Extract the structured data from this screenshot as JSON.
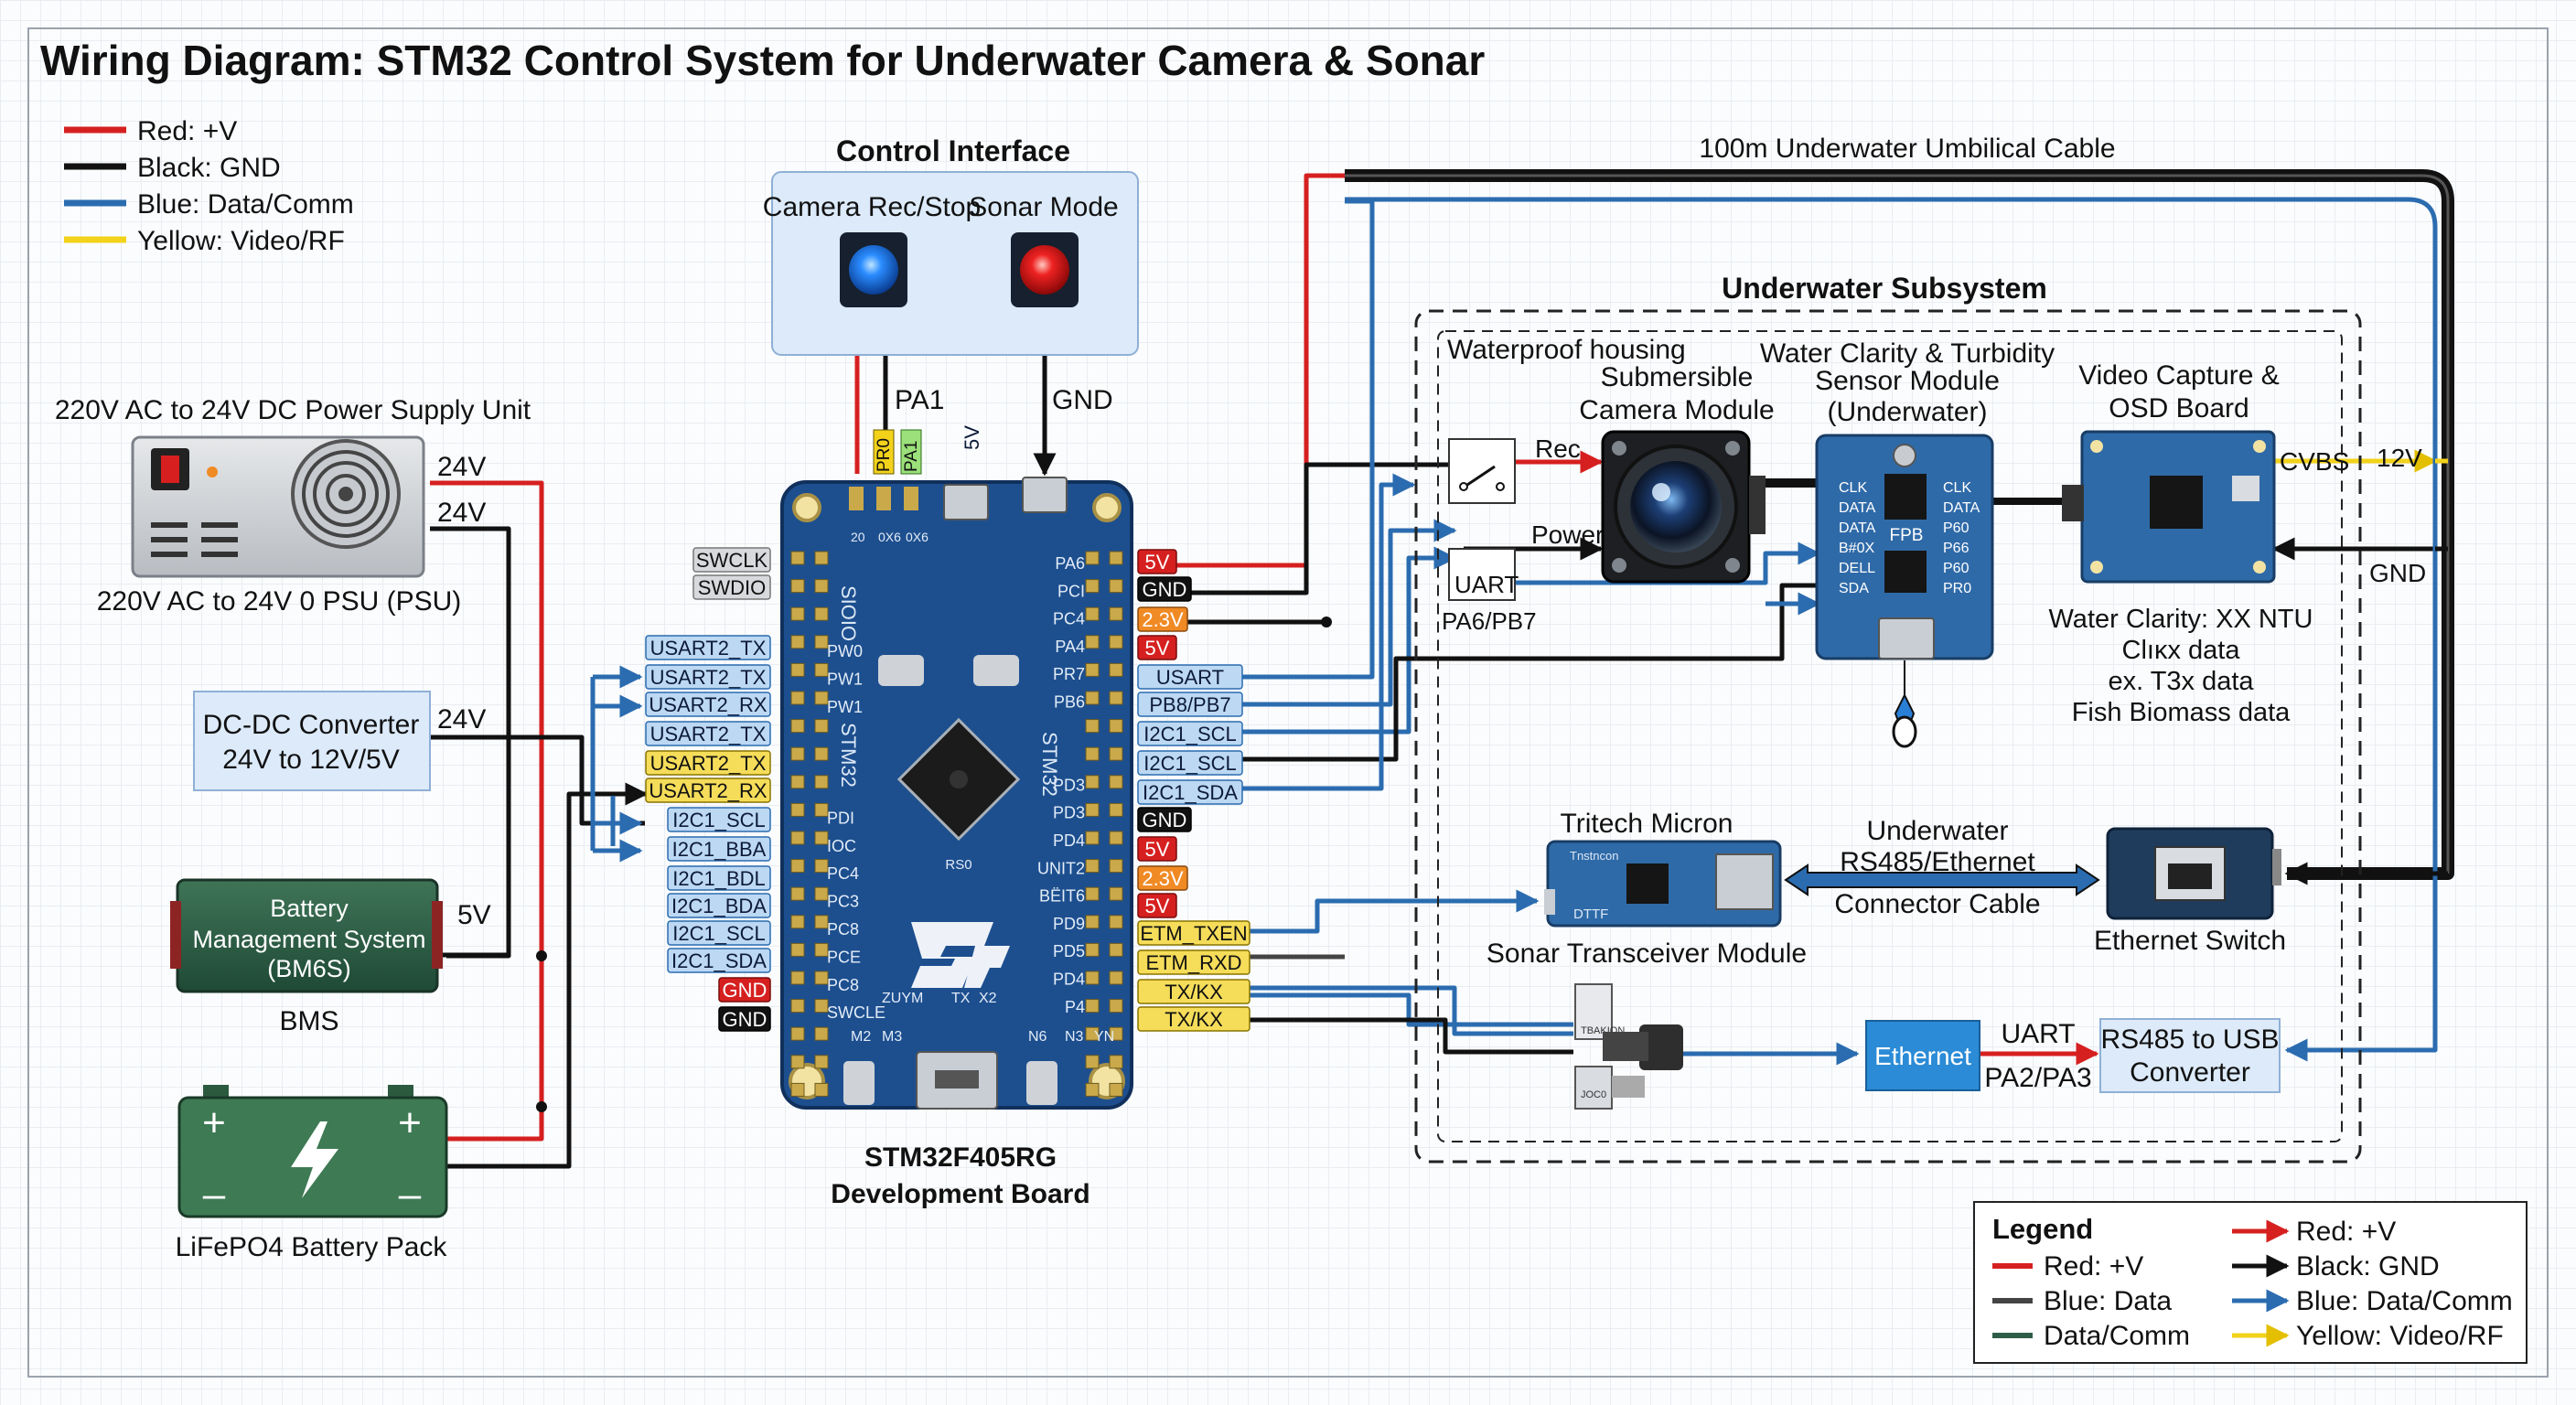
{
  "title": "Wiring Diagram: STM32 Control System for Underwater Camera & Sonar",
  "colors": {
    "red": "#d62020",
    "black": "#111111",
    "blue": "#2b6cb0",
    "yellow": "#f2d21b",
    "board": "#1d4f8f",
    "board_dark": "#163d70",
    "green_pcb": "#2f5e48"
  },
  "legend_top": [
    "Red: +V",
    "Black: GND",
    "Blue: Data/Comm",
    "Yellow: Video/RF"
  ],
  "control_interface": {
    "title": "Control Interface",
    "btn1": "Camera Rec/Stop",
    "btn2": "Sonar Mode",
    "pa1": "PA1",
    "gnd": "GND",
    "v5": "5V",
    "tag_r": "PR0",
    "tag_g": "PA1"
  },
  "psu": {
    "top": "220V AC to 24V DC Power Supply Unit",
    "bottom": "220V AC to 24V 0 PSU (PSU)",
    "out1": "24V",
    "out2": "24V"
  },
  "dcdc": {
    "line1": "DC-DC Converter",
    "line2": "24V to 12V/5V",
    "out": "24V"
  },
  "bms": {
    "line1": "Battery",
    "line2": "Management System",
    "line3": "(BM6S)",
    "label": "BMS",
    "out": "5V"
  },
  "battery": {
    "label": "LiFePO4 Battery Pack",
    "plus": "+",
    "minus": "–"
  },
  "board": {
    "name1": "STM32F405RG",
    "name2": "Development Board",
    "silk_left": "SIOIO",
    "silk_mid": "STM32",
    "silk_right": "STM32",
    "pins_left_silk": [
      "PW0",
      "PW1",
      "PW1",
      "",
      "",
      "",
      "PDI",
      "IOC",
      "PC4",
      "PC3",
      "PC8",
      "PCE",
      "PC8",
      "SWCLE"
    ],
    "pins_right_silk": [
      "PA6",
      "PCI",
      "PC4",
      "PA4",
      "PR7",
      "PB6",
      "",
      "",
      "PD3",
      "PD3",
      "PD4",
      "UNIT2",
      "BЁIT6",
      "PD9",
      "PD5",
      "PD4",
      "P4"
    ],
    "top_silk": [
      "20",
      "0X6",
      "0X6"
    ],
    "bottom_silk": [
      "ZUYM",
      "TX",
      "X2",
      "M2",
      "M3",
      "N6",
      "N3",
      "YN"
    ],
    "chip_text": "RS0"
  },
  "left_labels": [
    {
      "text": "SWCLK",
      "kind": "gray"
    },
    {
      "text": "SWDIO",
      "kind": "gray"
    },
    {
      "text": "USART2_TX",
      "kind": "blue"
    },
    {
      "text": "USART2_TX",
      "kind": "blue"
    },
    {
      "text": "USART2_RX",
      "kind": "blue"
    },
    {
      "text": "USART2_TX",
      "kind": "blue"
    },
    {
      "text": "USART2_TX",
      "kind": "yellow"
    },
    {
      "text": "USART2_RX",
      "kind": "yellow"
    },
    {
      "text": "I2C1_SCL",
      "kind": "blue"
    },
    {
      "text": "I2C1_BBA",
      "kind": "blue"
    },
    {
      "text": "I2C1_BDL",
      "kind": "blue"
    },
    {
      "text": "I2C1_BDA",
      "kind": "blue"
    },
    {
      "text": "I2C1_SCL",
      "kind": "blue"
    },
    {
      "text": "I2C1_SDA",
      "kind": "blue"
    },
    {
      "text": "GND",
      "kind": "red"
    },
    {
      "text": "GND",
      "kind": "black"
    }
  ],
  "right_labels": [
    {
      "text": "5V",
      "kind": "red"
    },
    {
      "text": "GND",
      "kind": "black"
    },
    {
      "text": "2.3V",
      "kind": "orange"
    },
    {
      "text": "5V",
      "kind": "red"
    },
    {
      "text": "USART",
      "kind": "blue"
    },
    {
      "text": "PB8/PB7",
      "kind": "blue"
    },
    {
      "text": "I2C1_SCL",
      "kind": "blue"
    },
    {
      "text": "I2C1_SCL",
      "kind": "blue"
    },
    {
      "text": "I2C1_SDA",
      "kind": "blue"
    },
    {
      "text": "GND",
      "kind": "black"
    },
    {
      "text": "5V",
      "kind": "red"
    },
    {
      "text": "2.3V",
      "kind": "orange"
    },
    {
      "text": "5V",
      "kind": "red"
    },
    {
      "text": "ETM_TXEN",
      "kind": "yellow"
    },
    {
      "text": "ETM_RXD",
      "kind": "yellow"
    },
    {
      "text": "TX/KX",
      "kind": "yellow"
    },
    {
      "text": "TX/KX",
      "kind": "yellow"
    }
  ],
  "umbilical": "100m Underwater Umbilical Cable",
  "underwater": {
    "title": "Underwater Subsystem",
    "housing": "Waterproof housing",
    "camera_label": [
      "Submersible",
      "Camera Module"
    ],
    "rec": "Rec",
    "power": "Power",
    "uart": "UART",
    "uart_pins": "PA6/PB7",
    "sensor_title": [
      "Water Clarity & Turbidity",
      "Sensor Module",
      "(Underwater)"
    ],
    "sensor_pins_left": [
      "CLK",
      "DATA",
      "DATA",
      "B#0X",
      "DELL",
      "SDA"
    ],
    "sensor_pins_right": [
      "CLK",
      "DATA",
      "P60",
      "P66",
      "P60",
      "PR0"
    ],
    "sensor_chip": "FPB",
    "video_title": [
      "Video Capture &",
      "OSD Board"
    ],
    "cvbs": "CVBS",
    "v12": "12V",
    "gnd": "GND",
    "readings": [
      "Water Clarity: XX NTU",
      "Clıĸx data",
      "ex. T3x data",
      "Fish Biomass data"
    ],
    "sonar_title": "Tritech Micron",
    "sonar_label": "Sonar Transceiver Module",
    "sonar_silk": [
      "Tnstncon",
      "DTTF"
    ],
    "cable_title": [
      "Underwater",
      "RS485/Ethernet"
    ],
    "cable_sub": "Connector Cable",
    "switch_label": "Ethernet Switch",
    "ethernet": "Ethernet",
    "uart2": "UART",
    "uart2_pins": "PA2/PA3",
    "rs485": [
      "RS485 to USB",
      "Converter"
    ],
    "conn_tags": [
      "TBAKION",
      "JOC0"
    ]
  },
  "legend_box": {
    "title": "Legend",
    "col1": [
      "Red: +V",
      "Blue: Data",
      "Data/Comm"
    ],
    "col2": [
      "Red: +V",
      "Black: GND",
      "Blue: Data/Comm",
      "Yellow: Video/RF"
    ]
  }
}
